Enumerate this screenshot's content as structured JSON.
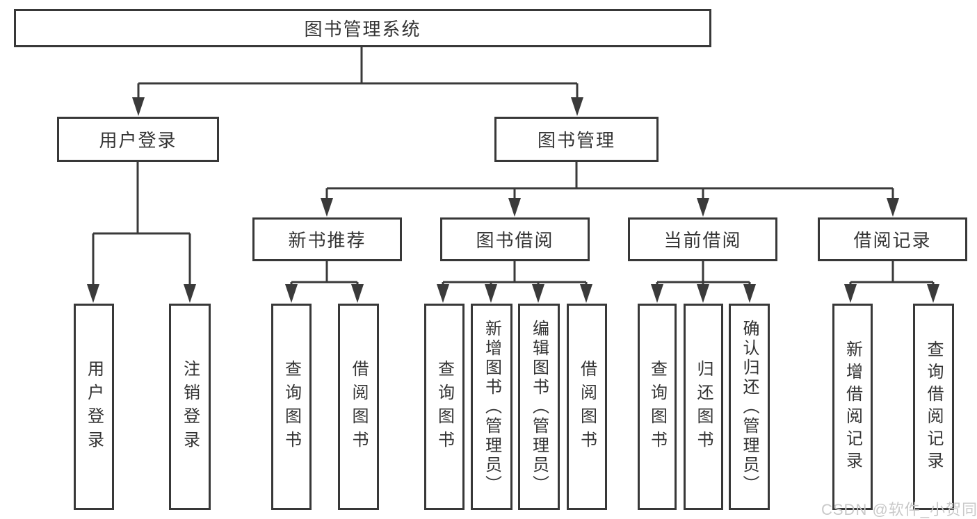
{
  "diagram_title": "图书管理系统",
  "nodes": {
    "root": "图书管理系统",
    "user_login": "用户登录",
    "book_mgmt": "图书管理",
    "new_book_rec": "新书推荐",
    "book_borrow": "图书借阅",
    "current_borrow": "当前借阅",
    "borrow_record": "借阅记录",
    "ul_user_login": "用户登录",
    "ul_logout": "注销登录",
    "nb_query_book": "查询图书",
    "nb_borrow_book": "借阅图书",
    "bb_query_book": "查询图书",
    "bb_add_book": "新增图书（管理员）",
    "bb_edit_book": "编辑图书（管理员）",
    "bb_borrow_book": "借阅图书",
    "cb_query_book": "查询图书",
    "cb_return_book": "归还图书",
    "cb_confirm_return": "确认归还（管理员）",
    "br_add_record": "新增借阅记录",
    "br_query_record": "查询借阅记录"
  },
  "watermark": {
    "text": "CSDN @软件_小贺同学"
  },
  "colors": {
    "line": "#3a3a3a",
    "border": "#383838",
    "text": "#333333",
    "watermark": "#c9c9c9",
    "background": "#ffffff"
  },
  "hierarchy": {
    "图书管理系统": {
      "用户登录": [
        "用户登录",
        "注销登录"
      ],
      "图书管理": {
        "新书推荐": [
          "查询图书",
          "借阅图书"
        ],
        "图书借阅": [
          "查询图书",
          "新增图书（管理员）",
          "编辑图书（管理员）",
          "借阅图书"
        ],
        "当前借阅": [
          "查询图书",
          "归还图书",
          "确认归还（管理员）"
        ],
        "借阅记录": [
          "新增借阅记录",
          "查询借阅记录"
        ]
      }
    }
  }
}
